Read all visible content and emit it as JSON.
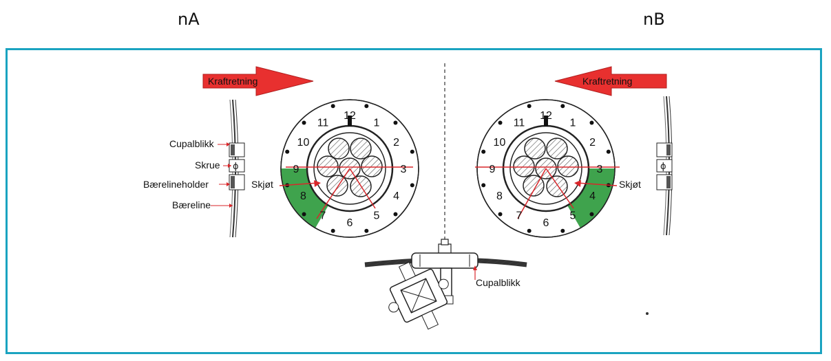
{
  "headings": {
    "left": "nA",
    "right": "nB"
  },
  "colors": {
    "frame": "#1aa3c0",
    "arrow": "#e8302f",
    "highlight": "#3fa34d",
    "leader": "#d9262a"
  },
  "left_panel": {
    "arrow_label": "Kraftretning",
    "arrow_direction": "right",
    "joint_label": "Skjøt",
    "hardware_labels": [
      "Cupalblikk",
      "Skrue",
      "Bærelineholder",
      "Bæreline"
    ],
    "clock_numbers": [
      "12",
      "1",
      "2",
      "3",
      "4",
      "5",
      "6",
      "7",
      "8",
      "9",
      "10",
      "11"
    ]
  },
  "right_panel": {
    "arrow_label": "Kraftretning",
    "arrow_direction": "left",
    "joint_label": "Skjøt",
    "clock_numbers": [
      "12",
      "1",
      "2",
      "3",
      "4",
      "5",
      "6",
      "7",
      "8",
      "9",
      "10",
      "11"
    ]
  },
  "bottom_detail": {
    "label": "Cupalblikk"
  }
}
